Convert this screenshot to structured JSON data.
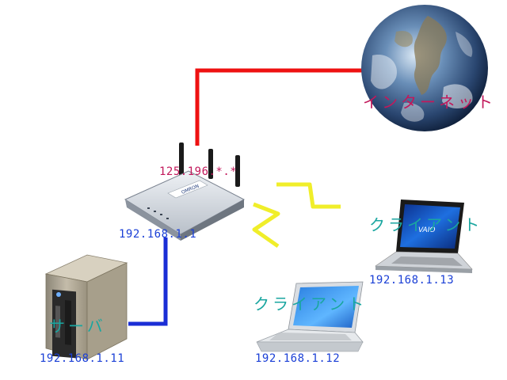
{
  "internet": {
    "label": "インターネット"
  },
  "router": {
    "wan_ip": "125.196.*.*",
    "lan_ip": "192.168.1.1"
  },
  "server": {
    "label": "サーバ",
    "ip": "192.168.1.11"
  },
  "client_laptop": {
    "label": "クライアント",
    "ip": "192.168.1.13"
  },
  "client_macbook": {
    "label": "クライアント",
    "ip": "192.168.1.12"
  },
  "colors": {
    "internet_link": "#ee1111",
    "wired_link": "#1a2ed6",
    "wireless_link": "#f0ee2a",
    "ip_text": "#1a3fd6",
    "wan_ip_text": "#c2185b",
    "internet_label": "#c2185b",
    "device_label": "#1aa6a0"
  }
}
